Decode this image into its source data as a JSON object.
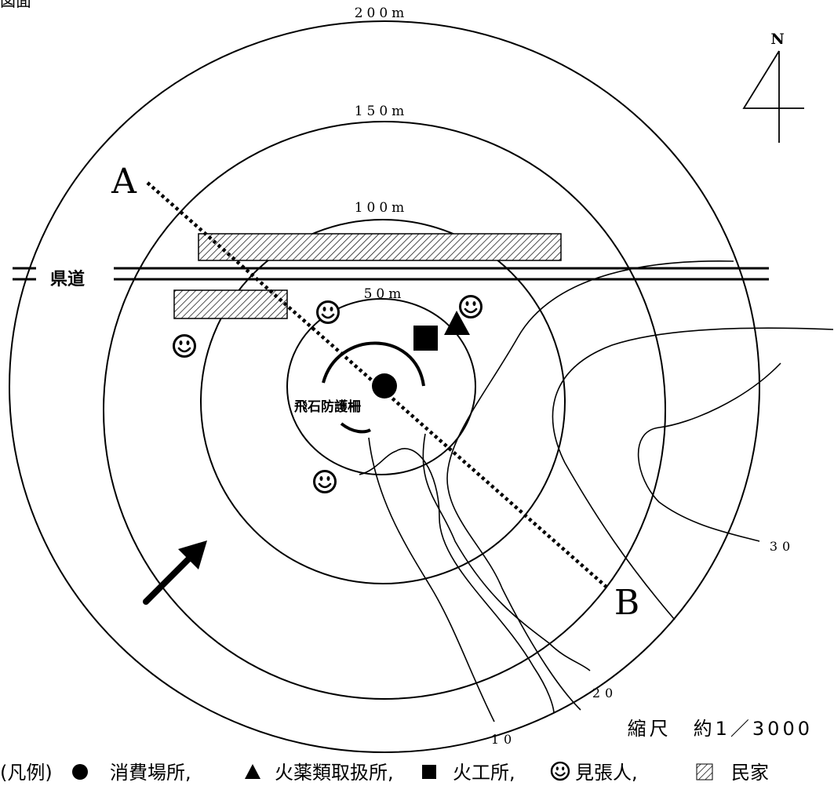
{
  "corner_label": "図面",
  "rings": [
    {
      "radius_m": 200,
      "label": "200m"
    },
    {
      "radius_m": 150,
      "label": "150m"
    },
    {
      "radius_m": 100,
      "label": "100m"
    },
    {
      "radius_m": 50,
      "label": "50m"
    }
  ],
  "north_label": "N",
  "section_line": {
    "start_label": "A",
    "end_label": "B"
  },
  "road_label": "県道",
  "fence_label": "飛石防護柵",
  "contours": [
    {
      "label": "10"
    },
    {
      "label": "20"
    },
    {
      "label": "30"
    }
  ],
  "scale_text": "縮尺　約1／3000",
  "legend": {
    "open": "(凡例)",
    "items": [
      {
        "symbol": "circle-icon",
        "label": "消費場所,"
      },
      {
        "symbol": "triangle-icon",
        "label": "火薬類取扱所,"
      },
      {
        "symbol": "square-icon",
        "label": "火工所,"
      },
      {
        "symbol": "smiley-icon",
        "label": "見張人,"
      },
      {
        "symbol": "hatch-icon",
        "label": "民家"
      }
    ]
  }
}
